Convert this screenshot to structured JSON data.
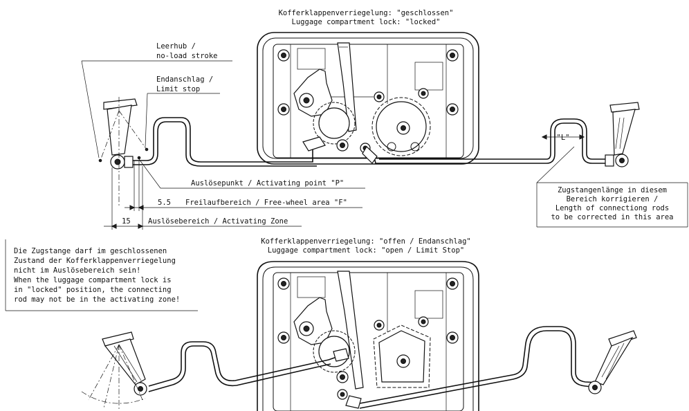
{
  "top_lock": {
    "title_de": "Kofferklappenverriegelung: \"geschlossen\"",
    "title_en": "Luggage compartment lock: \"locked\""
  },
  "bottom_lock": {
    "title_de": "Kofferklappenverriegelung: \"offen / Endanschlag\"",
    "title_en": "Luggage compartment lock: \"open / Limit Stop\""
  },
  "labels": {
    "no_load_de": "Leerhub /",
    "no_load_en": "no-load stroke",
    "limit_de": "Endanschlag /",
    "limit_en": "Limit stop",
    "activating_point": "Auslösepunkt / Activating point \"P\"",
    "freewheel_value": "5.5",
    "freewheel_label": "Freilaufbereich / Free-wheel area \"F\"",
    "zone_value": "15",
    "zone_label": "Auslösebereich / Activating Zone",
    "rod_length": "\"L\""
  },
  "note_left": [
    "Die Zugstange darf im geschlossenen",
    "Zustand der Kofferklappenverriegelung",
    "nicht im Auslösebereich sein!",
    "When the luggage compartment lock is",
    "in \"locked\" position, the connecting",
    "rod may not be in the activating zone!"
  ],
  "note_right": [
    "Zugstangenlänge in diesem",
    "Bereich korrigieren /",
    "Length of connectiong rods",
    "to be corrected in this area"
  ]
}
